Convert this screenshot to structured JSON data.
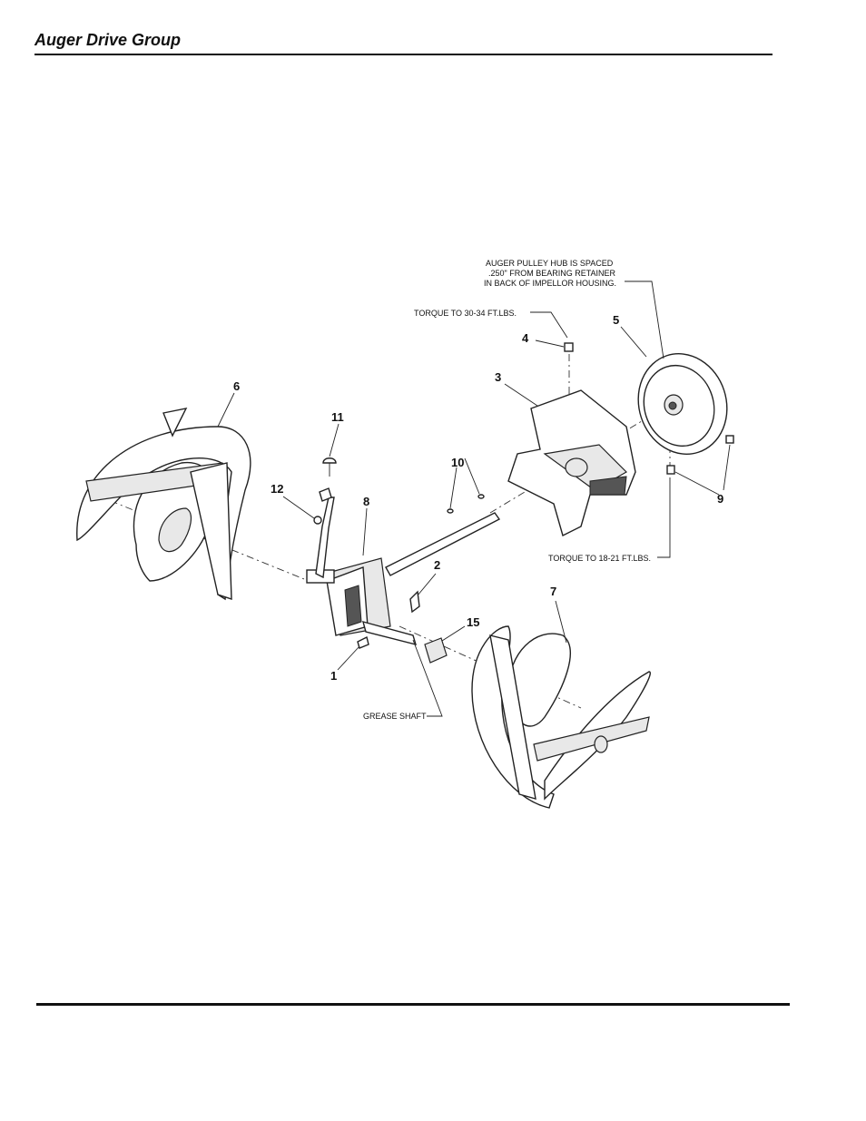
{
  "header": {
    "title": "Auger Drive Group"
  },
  "callouts": {
    "c1": "1",
    "c2": "2",
    "c3": "3",
    "c4": "4",
    "c5": "5",
    "c6": "6",
    "c7": "7",
    "c8": "8",
    "c9": "9",
    "c10": "10",
    "c11": "11",
    "c12": "12",
    "c15": "15"
  },
  "notes": {
    "hub_line1": "AUGER PULLEY HUB IS SPACED",
    "hub_line2": ".250\" FROM BEARING RETAINER",
    "hub_line3": "IN BACK OF IMPELLOR HOUSING.",
    "torque_4": "TORQUE TO 30-34 FT.LBS.",
    "torque_9": "TORQUE TO 18-21 FT.LBS.",
    "grease": "GREASE SHAFT"
  }
}
